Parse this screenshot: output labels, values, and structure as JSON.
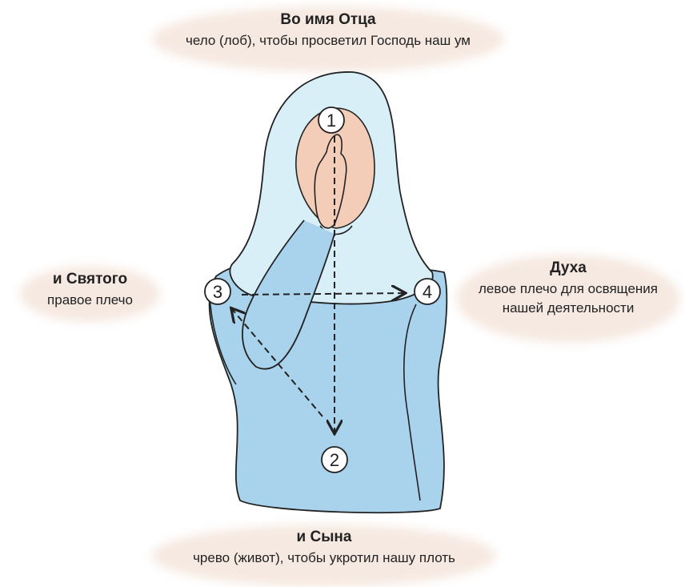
{
  "top": {
    "title": "Во имя Отца",
    "desc": "чело (лоб), чтобы просветил Господь наш ум"
  },
  "left": {
    "title": "и Святого",
    "desc": "правое плечо"
  },
  "right": {
    "title": "Духа",
    "desc_line1": "левое плечо для освящения",
    "desc_line2": "нашей деятельности"
  },
  "bottom": {
    "title": "и Сына",
    "desc": "чрево (живот), чтобы укротил нашу плоть"
  },
  "markers": {
    "m1": "1",
    "m2": "2",
    "m3": "3",
    "m4": "4"
  },
  "colors": {
    "cloak": "#a9d3ec",
    "veil": "#d9eff8",
    "skin": "#f3cdb8",
    "highlight": "#f6e9e1",
    "outline": "#222222"
  }
}
